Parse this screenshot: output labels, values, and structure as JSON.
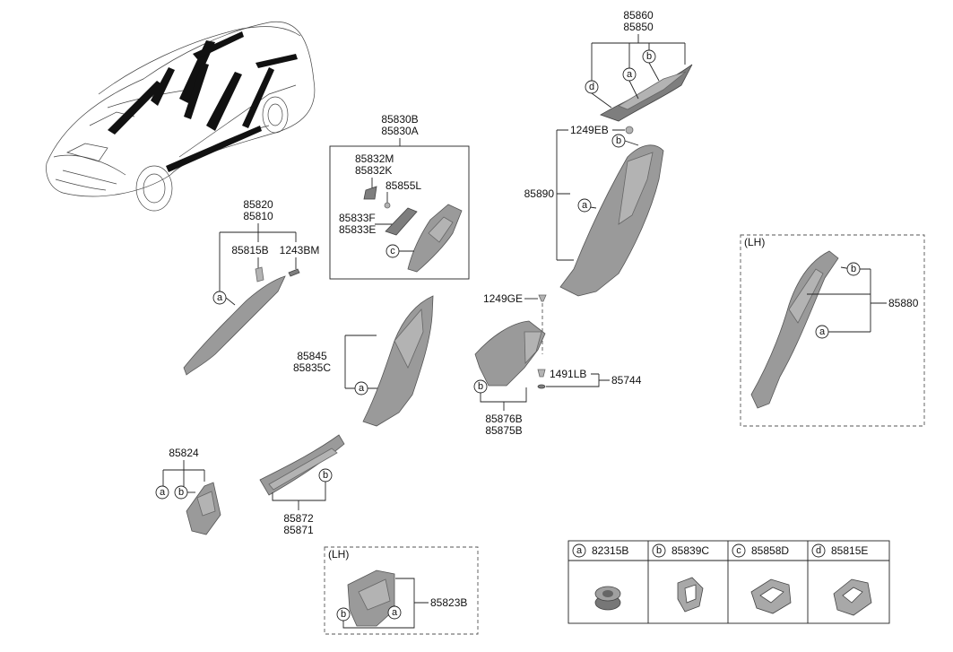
{
  "labels": {
    "p85860": "85860",
    "p85850": "85850",
    "p1249EB": "1249EB",
    "p85890": "85890",
    "p85830B": "85830B",
    "p85830A": "85830A",
    "p85832M": "85832M",
    "p85832K": "85832K",
    "p85855L": "85855L",
    "p85833F": "85833F",
    "p85833E": "85833E",
    "p85820": "85820",
    "p85810": "85810",
    "p85815B": "85815B",
    "p1243BM": "1243BM",
    "p1249GE": "1249GE",
    "p1491LB": "1491LB",
    "p85744": "85744",
    "p85845": "85845",
    "p85835C": "85835C",
    "p85876B": "85876B",
    "p85875B": "85875B",
    "p85824": "85824",
    "p85872": "85872",
    "p85871": "85871",
    "p85823B": "85823B",
    "p85880": "85880",
    "lh1": "(LH)",
    "lh2": "(LH)"
  },
  "callouts": {
    "a": "a",
    "b": "b",
    "c": "c",
    "d": "d"
  },
  "legend": [
    {
      "key": "a",
      "part": "82315B"
    },
    {
      "key": "b",
      "part": "85839C"
    },
    {
      "key": "c",
      "part": "85858D"
    },
    {
      "key": "d",
      "part": "85815E"
    }
  ]
}
